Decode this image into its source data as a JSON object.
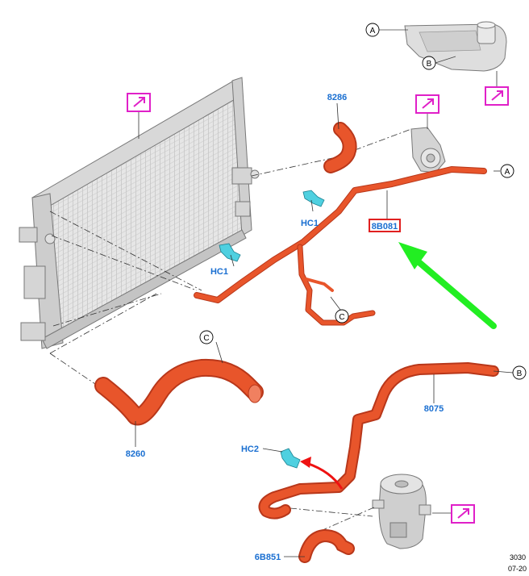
{
  "colors": {
    "hose": "#e8552b",
    "hose_dark": "#b8371a",
    "part_number": "#1a6fd1",
    "clip": "#4fd0e0",
    "info_icon": "#e020c8",
    "highlight_box": "#e02020",
    "pointer_arrow": "#22ee22",
    "flow_arrow": "#ee1111",
    "component_gray": "#d0d0d0"
  },
  "parts": {
    "p8286": "8286",
    "p8B081": "8B081",
    "p8260": "8260",
    "p8075": "8075",
    "p6B851": "6B851"
  },
  "clips": {
    "hc1_top": "HC1",
    "hc1_left": "HC1",
    "hc2": "HC2"
  },
  "callouts": {
    "a_tank": "A",
    "b_tank": "B",
    "a_hose": "A",
    "c_hose": "C",
    "c_lower": "C",
    "b_hose": "B"
  },
  "icons": [
    "info-icon",
    "info-icon",
    "info-icon",
    "info-icon"
  ],
  "reference": {
    "line1": "3030",
    "line2": "07-20"
  }
}
